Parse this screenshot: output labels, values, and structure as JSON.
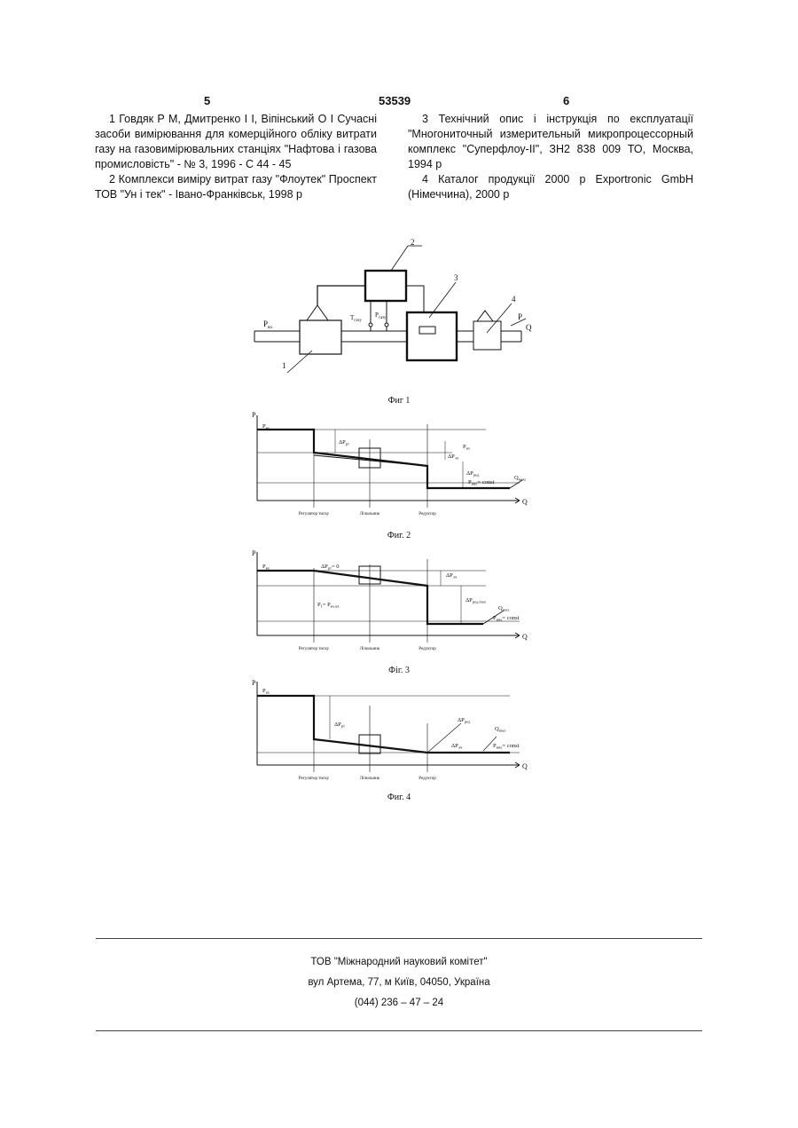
{
  "header": {
    "left_page": "5",
    "patent_number": "53539",
    "right_page": "6"
  },
  "references": {
    "left": [
      "1 Говдяк Р М, Дмитренко I I, Віпінський О I Сучасні засоби вимірювання для комерційного обліку витрати газу на газовимірювальних станціях \"Нафтова і газова промисловість\" - № 3, 1996 - С 44 - 45",
      "2 Комплекси виміру витрат газу \"Флоутек\" Проспект ТОВ \"Ун і тек\" - Івано-Франківськ, 1998 р"
    ],
    "right": [
      "3 Технічний опис і інструкція по експлуатації \"Многониточный измерительный микропроцессорный комплекс \"Суперфлоу-II\", ЗН2 838 009 ТО, Москва, 1994 р",
      "4 Каталог продукції 2000 р Exportronic GmbH (Німеччина), 2000 р"
    ]
  },
  "fig1": {
    "caption": "Фиг 1",
    "labels": {
      "n1": "1",
      "n2": "2",
      "n3": "3",
      "n4": "4",
      "pin": "P",
      "pin_sub": "вх",
      "tgas": "T",
      "tgas_sub": "газу",
      "pgas": "P",
      "pgas_sub": "газу",
      "p": "P",
      "q": "Q"
    }
  },
  "fig2": {
    "caption": "Фиг. 2",
    "labels": {
      "y": "P",
      "x": "Q",
      "pin": "P",
      "pin_sub": "вх",
      "dp_rt": "ΔP",
      "dp_rt_sub": "рт",
      "p_vkh": "P",
      "p_vkh_sub": "вх",
      "dp_lch": "ΔP",
      "dp_lch_sub": "лч",
      "dp_red": "ΔP",
      "dp_red_sub": "ред",
      "pvykh": "P",
      "pvykh_sub": "вих",
      "pvykh_tail": "= const",
      "qmax": "Q",
      "qmax_sub": "макс",
      "reg": "Регулятор тиску",
      "cnt": "Лічильник",
      "red": "Редуктор"
    }
  },
  "fig3": {
    "caption": "Фіг. 3",
    "labels": {
      "y": "P",
      "x": "Q",
      "pin": "P",
      "pin_sub": "вх",
      "dp_rt": "ΔP",
      "dp_rt_sub": "рт",
      "dp_rt_tail": "= 0",
      "dp_lch": "ΔP",
      "dp_lch_sub": "лч",
      "p1": "P",
      "p1_sub": "1",
      "p1_tail": "= P",
      "p1_tail_sub": "вх.вх",
      "dp_red": "ΔP",
      "dp_red_sub": "ред.max",
      "qmax": "Q",
      "qmax_sub": "max",
      "pvykh": "P",
      "pvykh_sub": "вих",
      "pvykh_tail": "= const",
      "reg": "Регулятор тиску",
      "cnt": "Лічильник",
      "red": "Редуктор"
    }
  },
  "fig4": {
    "caption": "Фиг. 4",
    "labels": {
      "y": "P",
      "x": "Q",
      "pin": "P",
      "pin_sub": "вх",
      "dp_rt": "ΔP",
      "dp_rt_sub": "рт",
      "dp_red": "ΔP",
      "dp_red_sub": "ред",
      "dp_lch": "ΔP",
      "dp_lch_sub": "лч",
      "qmax": "Q",
      "qmax_sub": "max",
      "pvykh": "P",
      "pvykh_sub": "вих",
      "pvykh_tail": "= const",
      "reg": "Регулятор тиску",
      "cnt": "Лічильник",
      "red": "Редуктор"
    }
  },
  "footer": {
    "org": "ТОВ \"Міжнародний науковий комітет\"",
    "address": "вул Артема, 77, м Київ, 04050, Україна",
    "phone": "(044) 236 – 47 – 24"
  }
}
